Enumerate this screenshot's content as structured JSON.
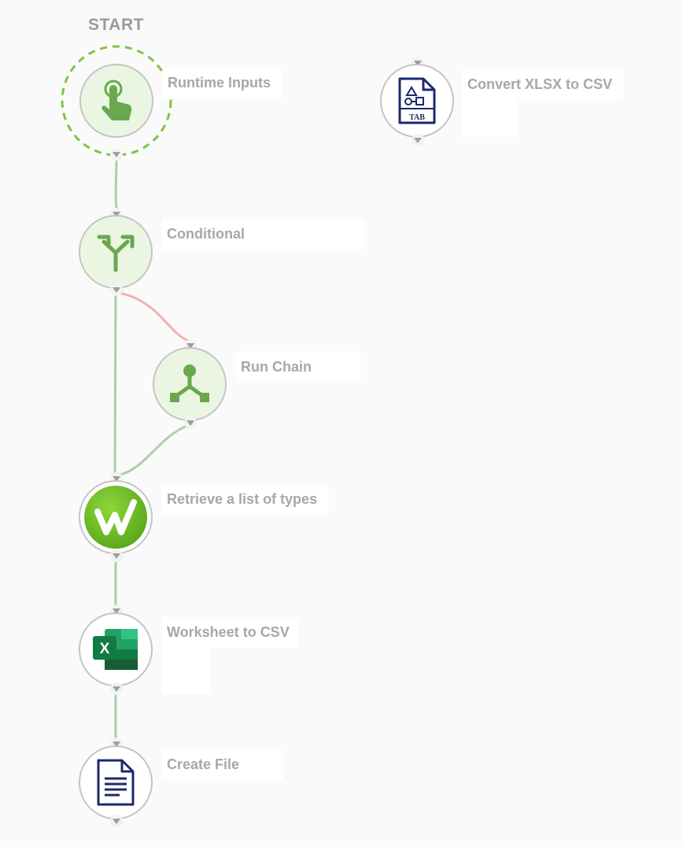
{
  "canvas": {
    "start_label": "START",
    "nodes": [
      {
        "id": "runtime-inputs",
        "label": "Runtime Inputs",
        "icon": "touch-hand-icon"
      },
      {
        "id": "conditional",
        "label": "Conditional",
        "icon": "branch-arrows-icon"
      },
      {
        "id": "run-chain",
        "label": "Run Chain",
        "icon": "chain-tree-icon"
      },
      {
        "id": "retrieve-types",
        "label": "Retrieve a list of types",
        "icon": "workiva-w-icon"
      },
      {
        "id": "worksheet-csv",
        "label": "Worksheet to CSV",
        "icon": "excel-icon"
      },
      {
        "id": "create-file",
        "label": "Create File",
        "icon": "document-icon"
      },
      {
        "id": "convert-xlsx",
        "label": "Convert XLSX to CSV",
        "icon": "tab-file-icon"
      }
    ],
    "excel_letter": "X",
    "tab_text": "TAB",
    "colors": {
      "node_green_bg": "#eaf6e2",
      "icon_green": "#6aa84f",
      "success_link": "#a9d1a7",
      "failure_link": "#eeb3ad",
      "start_dash": "#7cc544",
      "doc_navy": "#1a2a6c"
    }
  }
}
